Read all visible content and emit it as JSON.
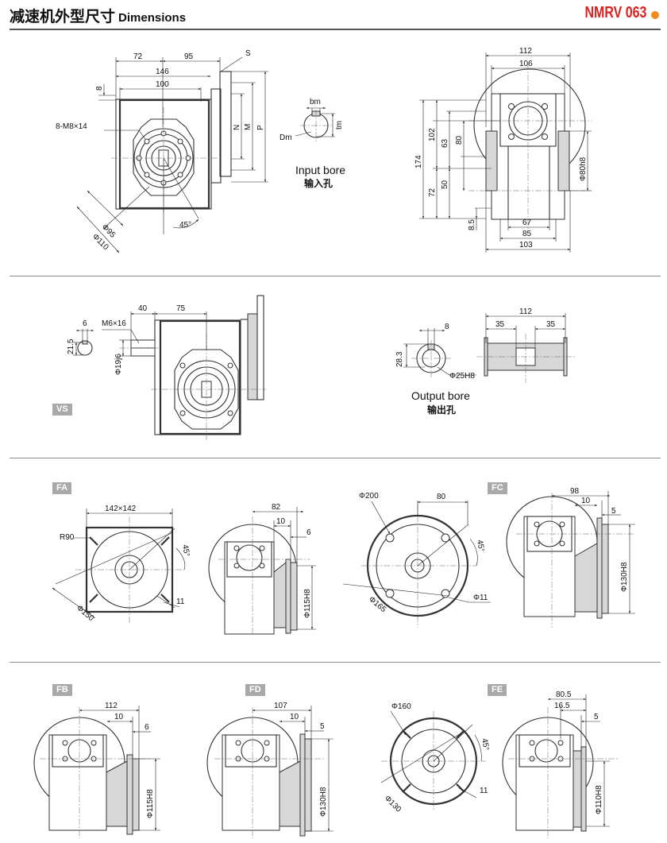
{
  "header": {
    "title_cn": "减速机外型尺寸",
    "title_en": "Dimensions",
    "model": "NMRV 063",
    "accent_color": "#d8231f",
    "dot_color": "#f08a1c"
  },
  "section_main": {
    "dims_front": [
      "72",
      "95",
      "146",
      "100",
      "8",
      "8-M8×14",
      "S",
      "N",
      "M",
      "P",
      "Φ95",
      "Φ110",
      "45°"
    ],
    "input_bore": {
      "bm": "bm",
      "tm": "tm",
      "Dm": "Dm",
      "label_en": "Input bore",
      "label_cn": "输入孔"
    },
    "dims_side": [
      "112",
      "106",
      "174",
      "102",
      "63",
      "80",
      "72",
      "50",
      "8.5",
      "67",
      "85",
      "103",
      "Φ80h8"
    ]
  },
  "section_vs": {
    "badge": "VS",
    "dims": [
      "40",
      "75",
      "6",
      "M6×16",
      "21.5",
      "Φ19j6"
    ],
    "output_bore": {
      "d8": "8",
      "d28": "28.3",
      "dia": "Φ25H8",
      "label_en": "Output bore",
      "label_cn": "输出孔"
    },
    "shaft_dims": [
      "112",
      "35",
      "35"
    ]
  },
  "section_flanges_1": {
    "FA": {
      "badge": "FA",
      "dims": [
        "142×142",
        "R90",
        "45°",
        "Φ150",
        "11"
      ]
    },
    "FA_side": {
      "dims": [
        "82",
        "10",
        "6",
        "Φ115H8"
      ]
    },
    "disk": {
      "dims": [
        "Φ200",
        "80",
        "45°",
        "Φ165",
        "Φ11"
      ]
    },
    "FC": {
      "badge": "FC",
      "dims": [
        "98",
        "10",
        "5",
        "Φ130H8"
      ]
    }
  },
  "section_flanges_2": {
    "FB": {
      "badge": "FB",
      "dims": [
        "112",
        "10",
        "6",
        "Φ115H8"
      ]
    },
    "FD": {
      "badge": "FD",
      "dims": [
        "107",
        "10",
        "5",
        "Φ130H8"
      ]
    },
    "disk": {
      "dims": [
        "Φ160",
        "45°",
        "Φ130",
        "11"
      ]
    },
    "FE": {
      "badge": "FE",
      "dims": [
        "80.5",
        "16.5",
        "5",
        "Φ110H8"
      ]
    }
  }
}
